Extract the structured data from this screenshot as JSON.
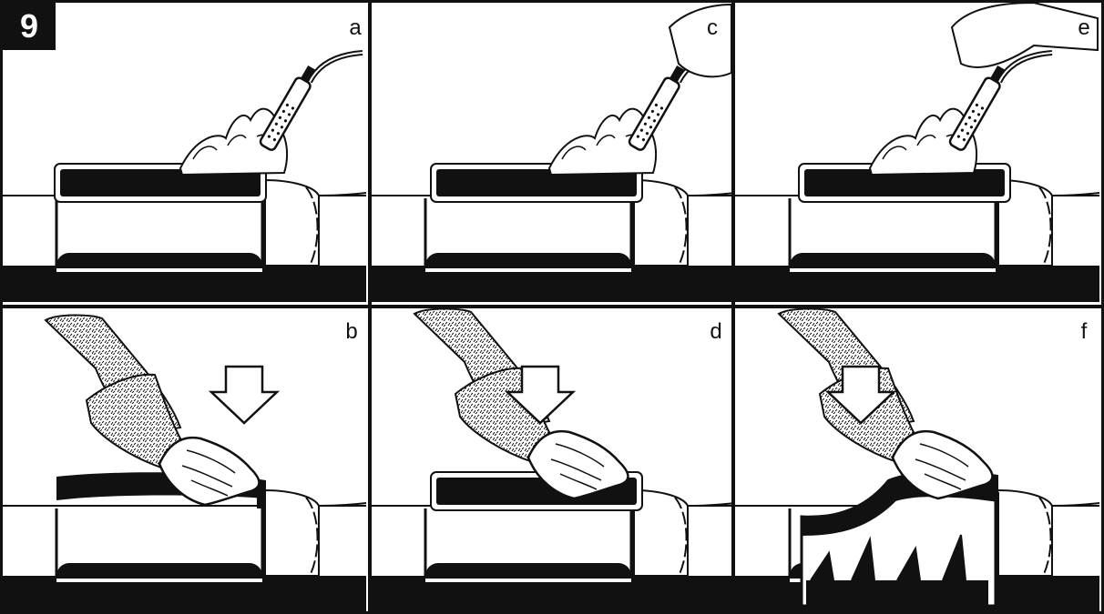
{
  "figure": {
    "number": "9"
  },
  "panels": [
    {
      "letter": "a",
      "step": "heat"
    },
    {
      "letter": "c",
      "step": "heat"
    },
    {
      "letter": "e",
      "step": "heat"
    },
    {
      "letter": "b",
      "step": "press"
    },
    {
      "letter": "d",
      "step": "press"
    },
    {
      "letter": "f",
      "step": "press"
    }
  ],
  "colors": {
    "ink": "#111111",
    "paper": "#ffffff"
  }
}
